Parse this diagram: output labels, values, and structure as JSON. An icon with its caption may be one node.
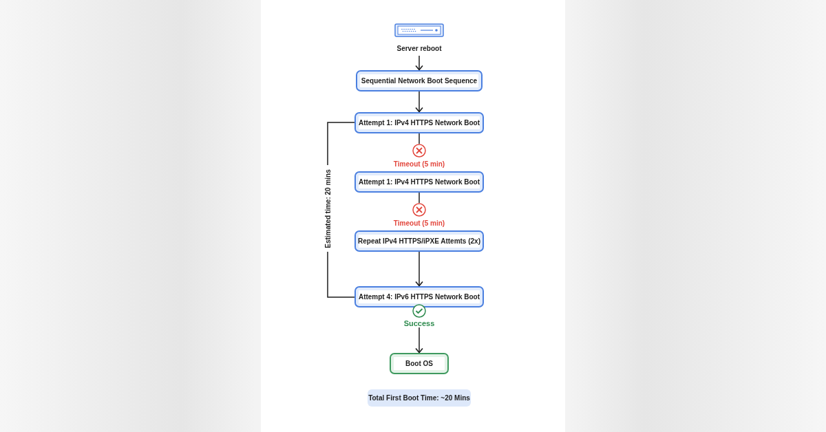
{
  "diagram": {
    "nodes": [
      {
        "text": [
          "Server reboot"
        ]
      },
      {
        "text": [
          "Sequential Network Boot Sequence"
        ]
      },
      {
        "text": [
          "Attempt 1: IPv4 HTTPS Network Boot"
        ]
      },
      {
        "text": [
          "Timeout (5 min)"
        ]
      },
      {
        "text": [
          "Attempt 1: IPv4 HTTPS Network Boot"
        ]
      },
      {
        "text": [
          "Timeout (5 min)"
        ]
      },
      {
        "text": [
          "Repeat IPv4 HTTPS/iPXE Attemts (2x)"
        ]
      },
      {
        "text": [
          "Attempt 4: IPv6 HTTPS Network Boot"
        ]
      },
      {
        "text": [
          "Success"
        ]
      },
      {
        "text": [
          "Boot OS"
        ]
      },
      {
        "text": [
          "Total First Boot Time: ~20 Mins"
        ]
      }
    ],
    "edges": [
      {
        "from": 0,
        "to": 1,
        "arrow": "to"
      },
      {
        "from": 1,
        "to": 2,
        "arrow": "to"
      },
      {
        "from": 2,
        "to": 3,
        "arrow": "none"
      },
      {
        "from": 4,
        "to": 5,
        "arrow": "none"
      },
      {
        "from": 6,
        "to": 7,
        "arrow": "to"
      },
      {
        "from": 8,
        "to": 9,
        "arrow": "to"
      }
    ],
    "labels": [
      "Estimated time: 20 mins"
    ]
  }
}
